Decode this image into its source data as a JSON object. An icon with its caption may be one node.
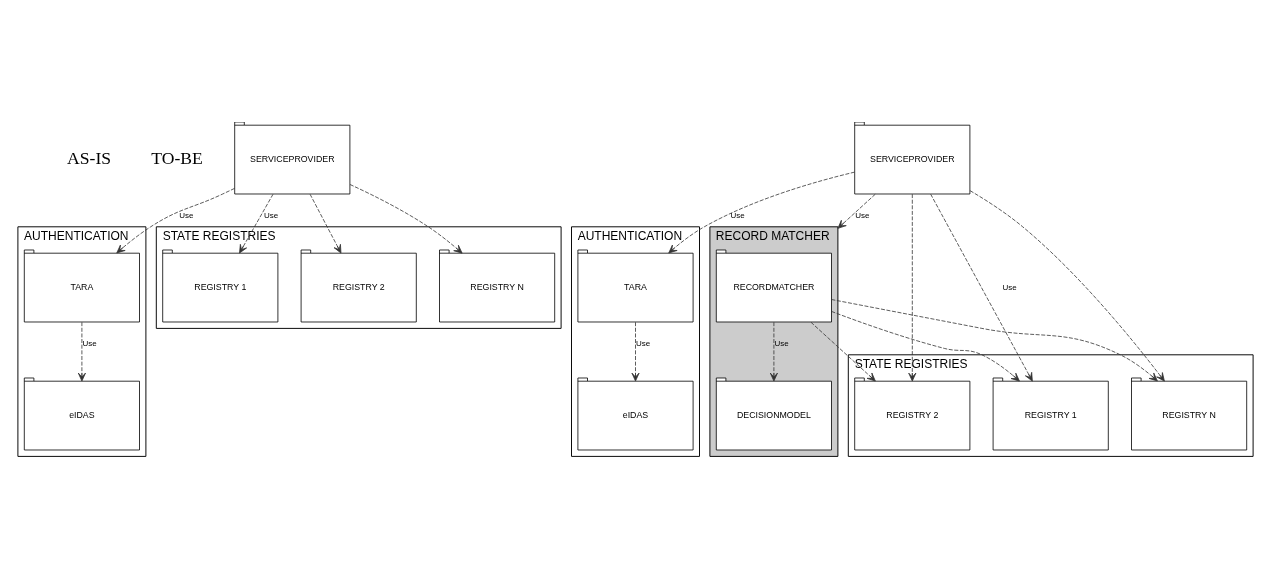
{
  "diagram": {
    "nodes": [
      {
        "text": [
          "AUTHENTICATION"
        ]
      },
      {
        "text": [
          "TARA"
        ],
        "in": 0
      },
      {
        "text": [
          "eIDAS"
        ],
        "in": 0
      },
      {
        "text": [
          "SERVICEPROVIDER"
        ]
      },
      {
        "text": [
          "STATE REGISTRIES"
        ]
      },
      {
        "text": [
          "REGISTRY 1"
        ],
        "in": 4
      },
      {
        "text": [
          "REGISTRY 2"
        ],
        "in": 4
      },
      {
        "text": [
          "REGISTRY N"
        ],
        "in": 4
      },
      {
        "text": [
          "AUTHENTICATION"
        ]
      },
      {
        "text": [
          "TARA"
        ],
        "in": 8
      },
      {
        "text": [
          "eIDAS"
        ],
        "in": 8
      },
      {
        "text": [
          "SERVICEPROVIDER"
        ]
      },
      {
        "text": [
          "STATE REGISTRIES"
        ]
      },
      {
        "text": [
          "REGISTRY 1"
        ],
        "in": 12
      },
      {
        "text": [
          "REGISTRY 2"
        ],
        "in": 12
      },
      {
        "text": [
          "REGISTRY N"
        ],
        "in": 12
      },
      {
        "text": [
          "RECORD MATCHER"
        ]
      },
      {
        "text": [
          "RECORDMATCHER"
        ],
        "in": 16
      },
      {
        "text": [
          "DECISIONMODEL"
        ],
        "in": 16
      }
    ],
    "edges": [
      {
        "from": 3,
        "to": 1,
        "arrow": "to",
        "label": "Use"
      },
      {
        "from": 1,
        "to": 2,
        "arrow": "to",
        "label": "Use"
      },
      {
        "from": 3,
        "to": 5,
        "arrow": "to",
        "label": "Use"
      },
      {
        "from": 3,
        "to": 6,
        "arrow": "to"
      },
      {
        "from": 3,
        "to": 7,
        "arrow": "to"
      },
      {
        "from": 11,
        "to": 9,
        "arrow": "to",
        "label": "Use"
      },
      {
        "from": 9,
        "to": 10,
        "arrow": "to",
        "label": "Use"
      },
      {
        "from": 11,
        "to": 16,
        "arrow": "to",
        "label": "Use"
      },
      {
        "from": 11,
        "to": 13,
        "arrow": "to",
        "label": "Use"
      },
      {
        "from": 11,
        "to": 14,
        "arrow": "to"
      },
      {
        "from": 11,
        "to": 15,
        "arrow": "to"
      },
      {
        "from": 17,
        "to": 13,
        "arrow": "to"
      },
      {
        "from": 17,
        "to": 14,
        "arrow": "to"
      },
      {
        "from": 17,
        "to": 15,
        "arrow": "to"
      },
      {
        "from": 17,
        "to": 18,
        "arrow": "to",
        "label": "Use"
      }
    ],
    "labels": [
      "AS-IS",
      "TO-BE"
    ]
  }
}
